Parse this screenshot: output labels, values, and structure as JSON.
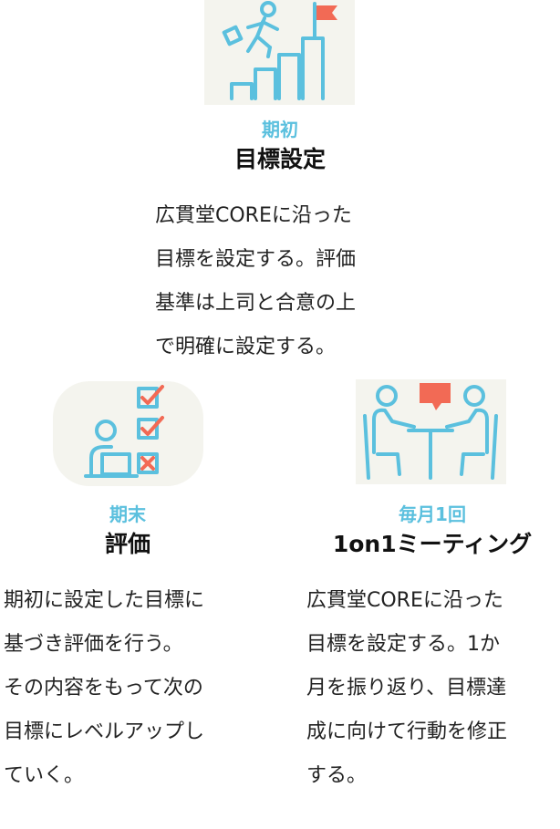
{
  "colors": {
    "accent_blue": "#5bc0de",
    "accent_orange": "#f26a55",
    "icon_bg": "#f4f4ee",
    "text": "#222222"
  },
  "step1": {
    "label": "期初",
    "title": "目標設定",
    "lines": [
      "広貫堂COREに沿った",
      "目標を設定する。評価",
      "基準は上司と合意の上",
      "で明確に設定する。"
    ],
    "icon": "climbing-stairs-flag-icon"
  },
  "step2": {
    "label": "期末",
    "title": "評価",
    "lines": [
      "期初に設定した目標に",
      "基づき評価を行う。",
      "その内容をもって次の",
      "目標にレベルアップし",
      "ていく。"
    ],
    "icon": "checklist-evaluation-icon"
  },
  "step3": {
    "label": "毎月1回",
    "title": "1on1ミーティング",
    "lines": [
      "広貫堂COREに沿った",
      "目標を設定する。1か",
      "月を振り返り、目標達",
      "成に向けて行動を修正",
      "する。"
    ],
    "icon": "meeting-speech-bubble-icon"
  }
}
